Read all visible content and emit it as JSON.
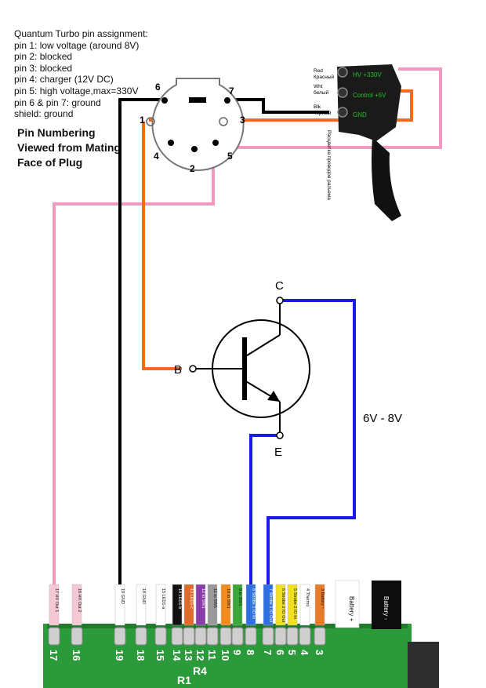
{
  "assignment": {
    "heading": "Quantum Turbo pin assignment:",
    "pins": [
      " pin 1: low voltage (around 8V)",
      " pin 2: blocked",
      " pin 3: blocked",
      " pin 4: charger (12V DC)",
      " pin 5: high voltage,max=330V",
      " pin 6 & pin 7: ground",
      " shield: ground"
    ]
  },
  "numbering_note": [
    "Pin Numbering",
    "Viewed from Mating",
    "Face of Plug"
  ],
  "socket_pins": [
    "6",
    "7",
    "1",
    "3",
    "4",
    "2",
    "5"
  ],
  "cable": {
    "labels": [
      "Red",
      "Красный",
      "Wht",
      "белый",
      "Blk",
      "чёрный"
    ],
    "wire_tags": [
      "HV +330V",
      "Control +5V",
      "GND"
    ],
    "side_text": "Расцветка проводов разъема"
  },
  "transistor": {
    "c": "C",
    "b": "B",
    "e": "E",
    "voltage": "6V - 8V"
  },
  "pcb": {
    "tags": [
      {
        "num": "17",
        "text": "HV Out 1",
        "color": "#f4c8d4"
      },
      {
        "num": "16",
        "text": "HV Out 2",
        "color": "#f4c8d4"
      },
      {
        "num": "19",
        "text": "GND",
        "color": "#ffffff"
      },
      {
        "num": "18",
        "text": "GND",
        "color": "#ffffff"
      },
      {
        "num": "15",
        "text": "LED1-a",
        "color": "#ffffff"
      },
      {
        "num": "14",
        "text": "LED1-b",
        "color": "#111111"
      },
      {
        "num": "13",
        "text": "LED1-c",
        "color": "#e06a2a"
      },
      {
        "num": "12",
        "text": "to SW1",
        "color": "#8a3ca8"
      },
      {
        "num": "11",
        "text": "to SW1",
        "color": "#999999"
      },
      {
        "num": "10",
        "text": "to SW1",
        "color": "#f28c1e"
      },
      {
        "num": "9",
        "text": "to SW1",
        "color": "#39a839"
      },
      {
        "num": "8",
        "text": "Strobe 1 IO In",
        "color": "#2f6fe0"
      },
      {
        "num": "7",
        "text": "Strobe 1 IO Out",
        "color": "#2f6fe0"
      },
      {
        "num": "6",
        "text": "Strobe 2 IO Out",
        "color": "#f0e020"
      },
      {
        "num": "5",
        "text": "Strobe 2 IO In",
        "color": "#f0e020"
      },
      {
        "num": "4",
        "text": "Thermo",
        "color": "#ffffff"
      },
      {
        "num": "3",
        "text": "Battery ~",
        "color": "#e87a2a"
      }
    ],
    "battery_plus": "Battery +",
    "battery_minus": "Battery -",
    "board_numbers": [
      "17",
      "16",
      "19",
      "18",
      "15",
      "14",
      "13",
      "12",
      "11",
      "10",
      "9",
      "8",
      "7",
      "6",
      "5",
      "4",
      "3"
    ],
    "silk": [
      "R1",
      "R4"
    ]
  },
  "colors": {
    "pink": "#f19ac0",
    "orange": "#f26b1d",
    "blue": "#1a1ae6",
    "black": "#000000",
    "pcb_green": "#2b9a3a"
  }
}
